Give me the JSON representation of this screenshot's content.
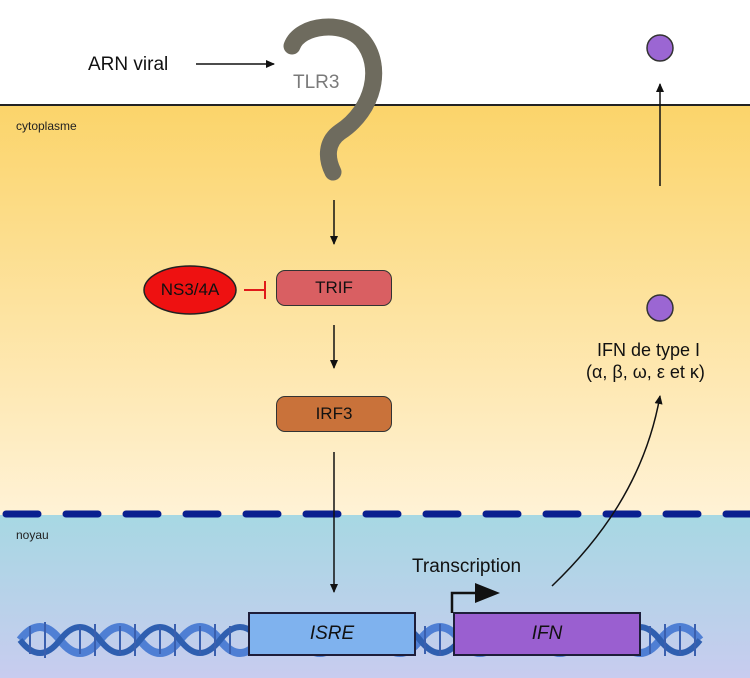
{
  "labels": {
    "viral_rna": "ARN viral",
    "receptor": "TLR3",
    "cytoplasm": "cytoplasme",
    "nucleus": "noyau",
    "inhibitor": "NS3/4A",
    "adaptor": "TRIF",
    "transcription_factor": "IRF3",
    "ifn_title": "IFN de type I",
    "ifn_subtypes": "(α, β, ω, ε et κ)",
    "transcription": "Transcription",
    "element_isre": "ISRE",
    "element_ifn": "IFN"
  },
  "colors": {
    "receptor": "#6e6b5e",
    "receptor_text": "#7a7a7a",
    "inhibitor_fill": "#ee1111",
    "inhibition_mark": "#e01a1a",
    "adaptor_fill": "#d95f62",
    "tf_fill": "#c9723a",
    "interferon": "#9b66d3",
    "isre_fill": "#7fb2ee",
    "ifn_gene_fill": "#9a5fd0",
    "membrane": "#222222",
    "nuclear_envelope": "#0a1f8f",
    "dna": "#4f7fd4"
  }
}
